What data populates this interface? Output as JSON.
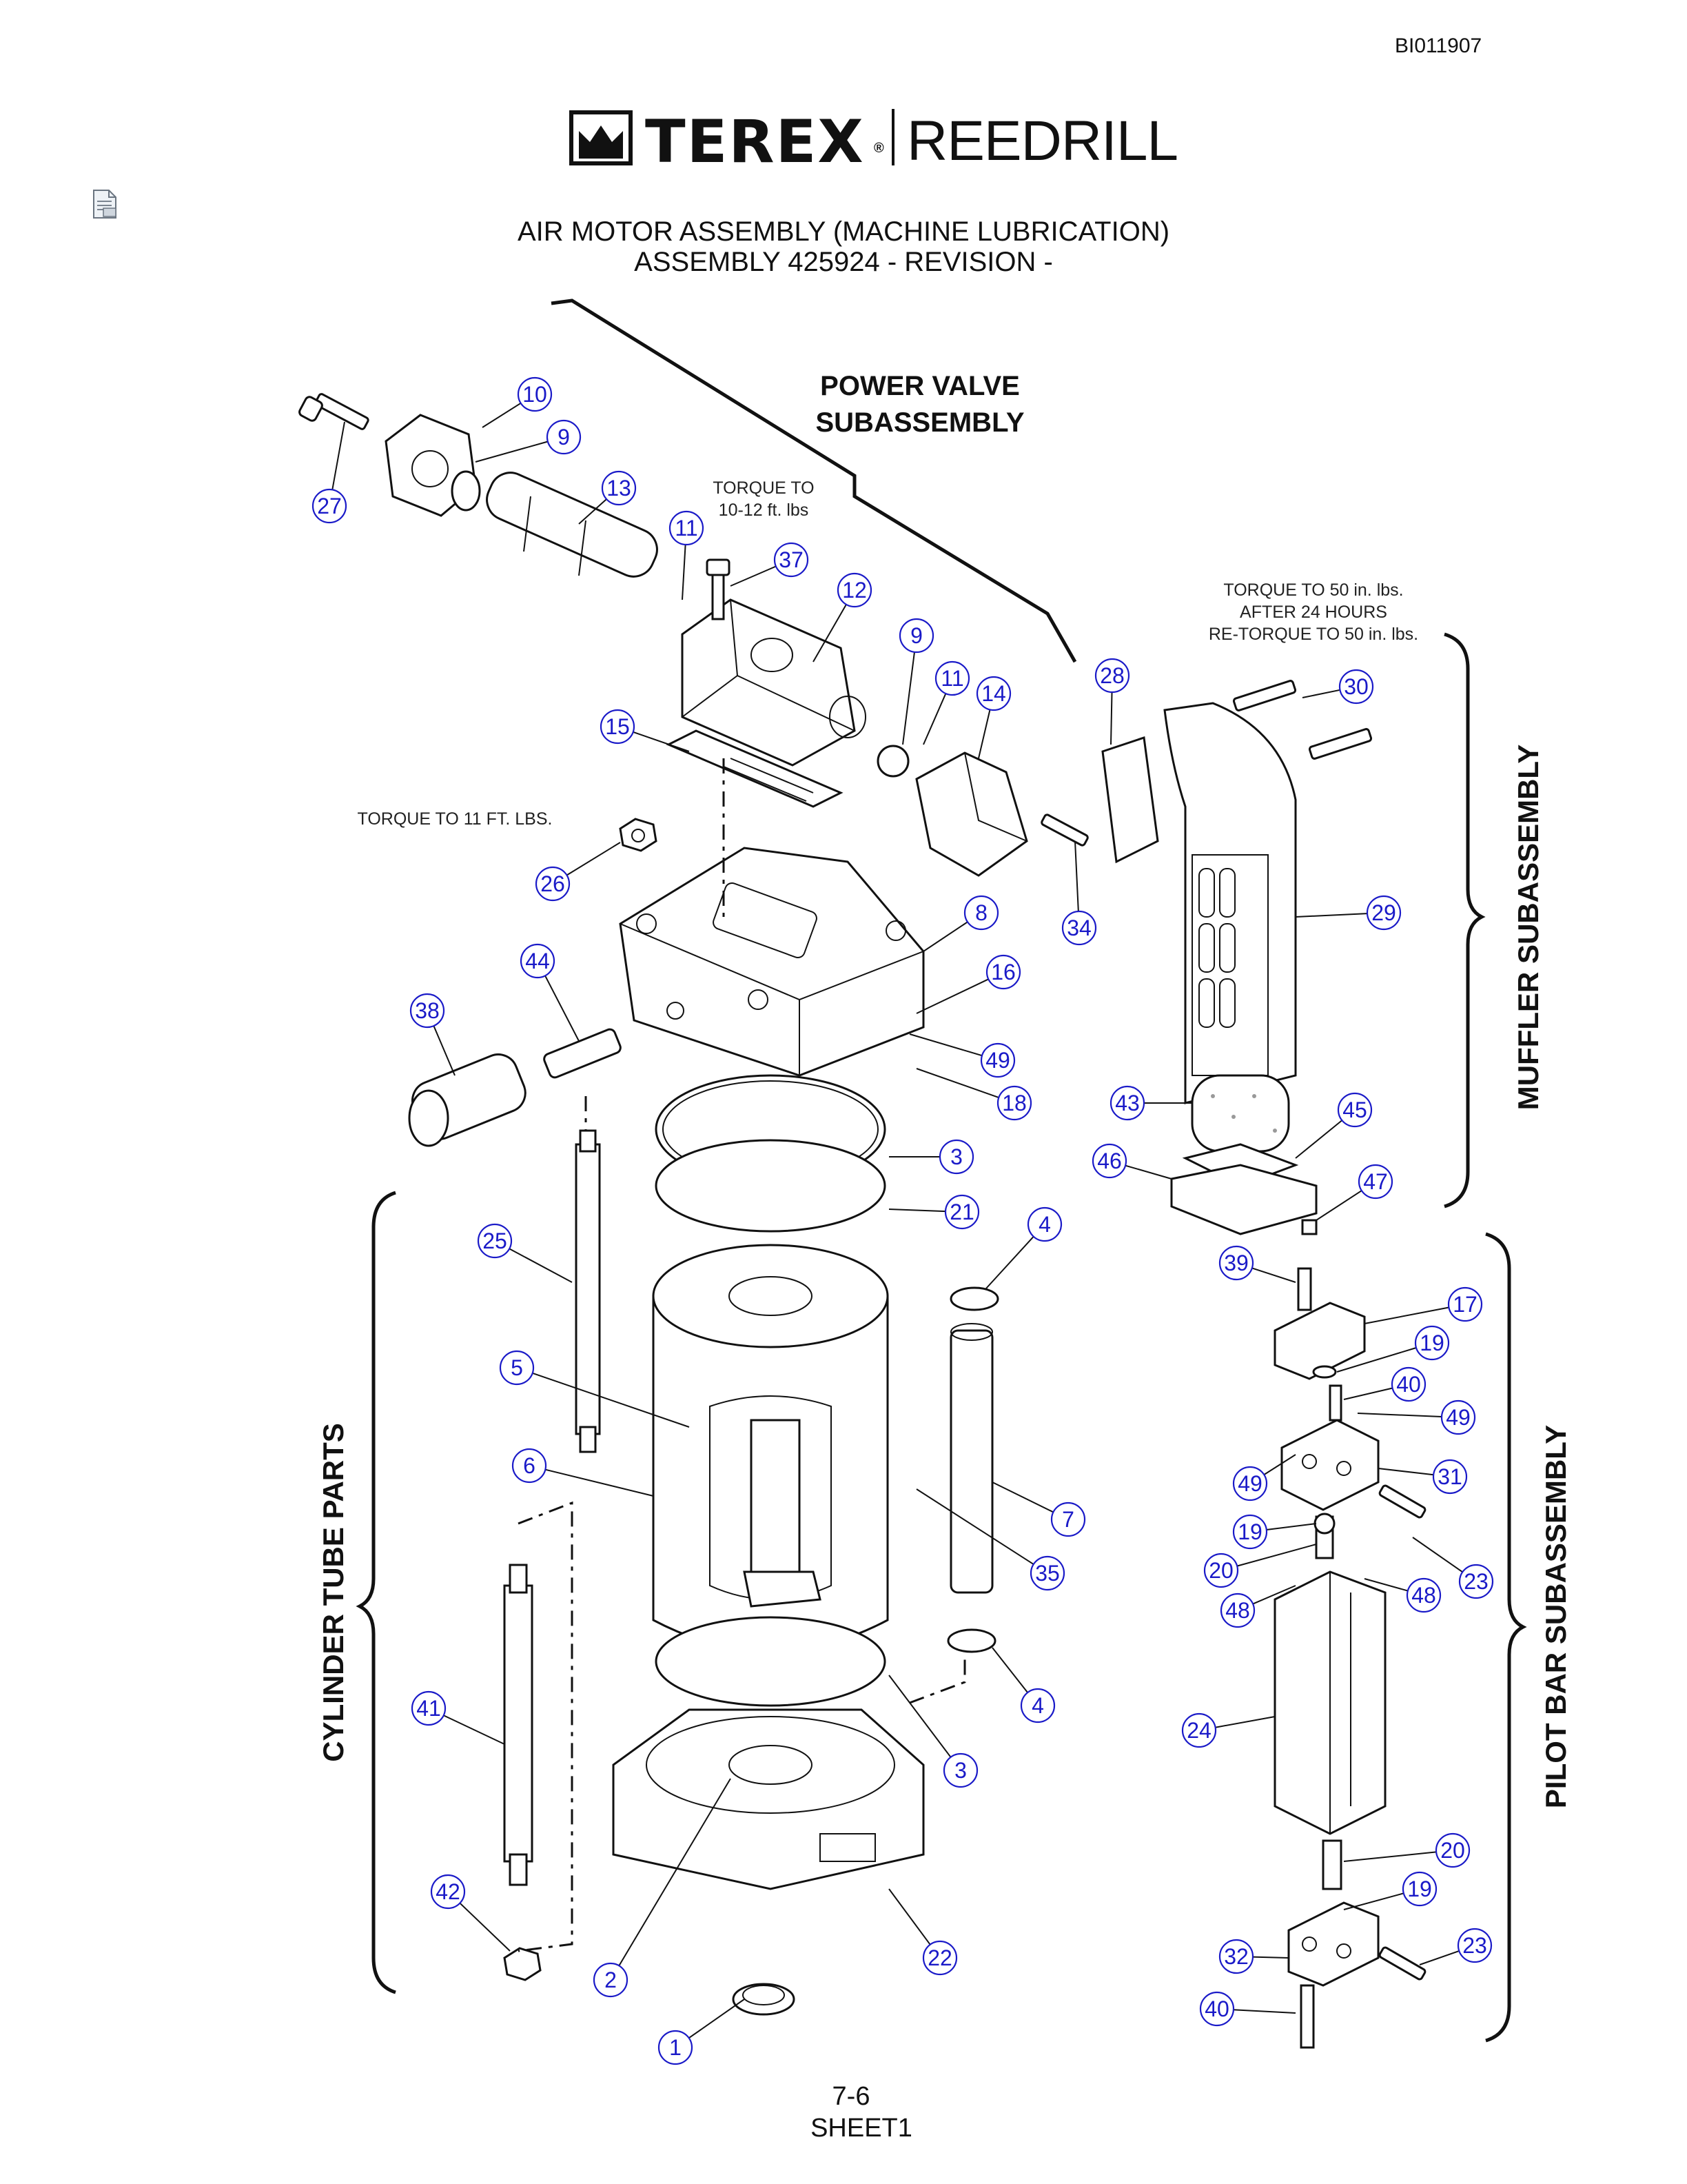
{
  "document": {
    "doc_id": "BI011907",
    "brand_left": "TEREX",
    "brand_right": "REEDRILL",
    "title_line1": "AIR MOTOR ASSEMBLY (MACHINE LUBRICATION)",
    "title_line2": "ASSEMBLY 425924 - REVISION -",
    "page_number": "7-6",
    "sheet": "SHEET1"
  },
  "subassemblies": {
    "power_valve_line1": "POWER VALVE",
    "power_valve_line2": "SUBASSEMBLY",
    "muffler": "MUFFLER SUBASSEMBLY",
    "cylinder_tube": "CYLINDER TUBE PARTS",
    "pilot_bar": "PILOT BAR SUBASSEMBLY"
  },
  "notes": {
    "torque_valve_line1": "TORQUE TO",
    "torque_valve_line2": "10-12 ft. lbs",
    "torque_nut": "TORQUE TO 11 FT. LBS.",
    "torque_muffler_line1": "TORQUE TO 50 in. lbs.",
    "torque_muffler_line2": "AFTER 24 HOURS",
    "torque_muffler_line3": "RE-TORQUE TO 50 in. lbs."
  },
  "callouts": [
    "10",
    "9",
    "27",
    "13",
    "11",
    "37",
    "12",
    "9",
    "11",
    "14",
    "15",
    "28",
    "30",
    "26",
    "29",
    "8",
    "34",
    "16",
    "44",
    "38",
    "49",
    "18",
    "43",
    "45",
    "3",
    "46",
    "47",
    "21",
    "4",
    "25",
    "39",
    "17",
    "19",
    "40",
    "49",
    "5",
    "6",
    "49",
    "31",
    "7",
    "35",
    "19",
    "23",
    "20",
    "48",
    "48",
    "41",
    "4",
    "24",
    "3",
    "20",
    "42",
    "19",
    "23",
    "22",
    "2",
    "32",
    "1",
    "40"
  ],
  "icons": {
    "document": "document-icon",
    "logo": "terex-crown-logo"
  },
  "colors": {
    "callout": "#1a1ac8",
    "line": "#111111"
  }
}
